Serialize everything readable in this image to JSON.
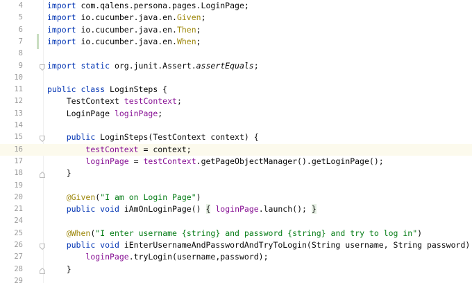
{
  "editor": {
    "lines": [
      {
        "n": "4",
        "tokens": [
          {
            "t": "import",
            "c": "kw"
          },
          {
            "t": " com.qalens.persona.pages.LoginPage;"
          }
        ]
      },
      {
        "n": "5",
        "tokens": [
          {
            "t": "import",
            "c": "kw"
          },
          {
            "t": " io.cucumber.java.en."
          },
          {
            "t": "Given",
            "c": "ann"
          },
          {
            "t": ";"
          }
        ]
      },
      {
        "n": "6",
        "tokens": [
          {
            "t": "import",
            "c": "kw"
          },
          {
            "t": " io.cucumber.java.en."
          },
          {
            "t": "Then",
            "c": "ann"
          },
          {
            "t": ";"
          }
        ]
      },
      {
        "n": "7",
        "tokens": [
          {
            "t": "import",
            "c": "kw"
          },
          {
            "t": " io.cucumber.java.en."
          },
          {
            "t": "When",
            "c": "ann"
          },
          {
            "t": ";"
          }
        ]
      },
      {
        "n": "8",
        "tokens": []
      },
      {
        "n": "9",
        "tokens": [
          {
            "t": "import static",
            "c": "kw"
          },
          {
            "t": " org.junit.Assert."
          },
          {
            "t": "assertEquals",
            "c": "it"
          },
          {
            "t": ";"
          }
        ]
      },
      {
        "n": "10",
        "tokens": []
      },
      {
        "n": "11",
        "tokens": [
          {
            "t": "public class",
            "c": "kw"
          },
          {
            "t": " LoginSteps {"
          }
        ]
      },
      {
        "n": "12",
        "tokens": [
          {
            "t": "    TestContext "
          },
          {
            "t": "testContext",
            "c": "fld"
          },
          {
            "t": ";"
          }
        ]
      },
      {
        "n": "13",
        "tokens": [
          {
            "t": "    LoginPage "
          },
          {
            "t": "loginPage",
            "c": "fld"
          },
          {
            "t": ";"
          }
        ]
      },
      {
        "n": "14",
        "tokens": []
      },
      {
        "n": "15",
        "tokens": [
          {
            "t": "    "
          },
          {
            "t": "public",
            "c": "kw"
          },
          {
            "t": " LoginSteps(TestContext context) {"
          }
        ]
      },
      {
        "n": "16",
        "tokens": [
          {
            "t": "        "
          },
          {
            "t": "testContext",
            "c": "fld"
          },
          {
            "t": " = context;"
          }
        ]
      },
      {
        "n": "17",
        "tokens": [
          {
            "t": "        "
          },
          {
            "t": "loginPage",
            "c": "fld"
          },
          {
            "t": " = "
          },
          {
            "t": "testContext",
            "c": "fld"
          },
          {
            "t": ".getPageObjectManager().getLoginPage();"
          }
        ]
      },
      {
        "n": "18",
        "tokens": [
          {
            "t": "    }"
          }
        ]
      },
      {
        "n": "19",
        "tokens": []
      },
      {
        "n": "20",
        "tokens": [
          {
            "t": "    "
          },
          {
            "t": "@Given",
            "c": "ann"
          },
          {
            "t": "("
          },
          {
            "t": "\"I am on Login Page\"",
            "c": "str"
          },
          {
            "t": ")"
          }
        ]
      },
      {
        "n": "21",
        "tokens": [
          {
            "t": "    "
          },
          {
            "t": "public void",
            "c": "kw"
          },
          {
            "t": " iAmOnLoginPage() "
          },
          {
            "t": "{",
            "c": "brace-hl"
          },
          {
            "t": " "
          },
          {
            "t": "loginPage",
            "c": "fld"
          },
          {
            "t": ".launch(); "
          },
          {
            "t": "}",
            "c": "brace-hl"
          }
        ]
      },
      {
        "n": "24",
        "tokens": []
      },
      {
        "n": "25",
        "tokens": [
          {
            "t": "    "
          },
          {
            "t": "@When",
            "c": "ann"
          },
          {
            "t": "("
          },
          {
            "t": "\"I enter username {string} and password {string} and try to log in\"",
            "c": "str"
          },
          {
            "t": ")"
          }
        ]
      },
      {
        "n": "26",
        "tokens": [
          {
            "t": "    "
          },
          {
            "t": "public void",
            "c": "kw"
          },
          {
            "t": " iEnterUsernameAndPasswordAndTryToLogin(String username, String password) {"
          }
        ]
      },
      {
        "n": "27",
        "tokens": [
          {
            "t": "        "
          },
          {
            "t": "loginPage",
            "c": "fld"
          },
          {
            "t": ".tryLogin(username,password);"
          }
        ]
      },
      {
        "n": "28",
        "tokens": [
          {
            "t": "    }"
          }
        ]
      },
      {
        "n": "29",
        "tokens": []
      }
    ],
    "current_line": "16",
    "fold_markers": {
      "9": "fold-open-icon",
      "15": "fold-open-icon",
      "18": "fold-close-icon",
      "26": "fold-open-icon",
      "28": "fold-close-icon"
    }
  }
}
